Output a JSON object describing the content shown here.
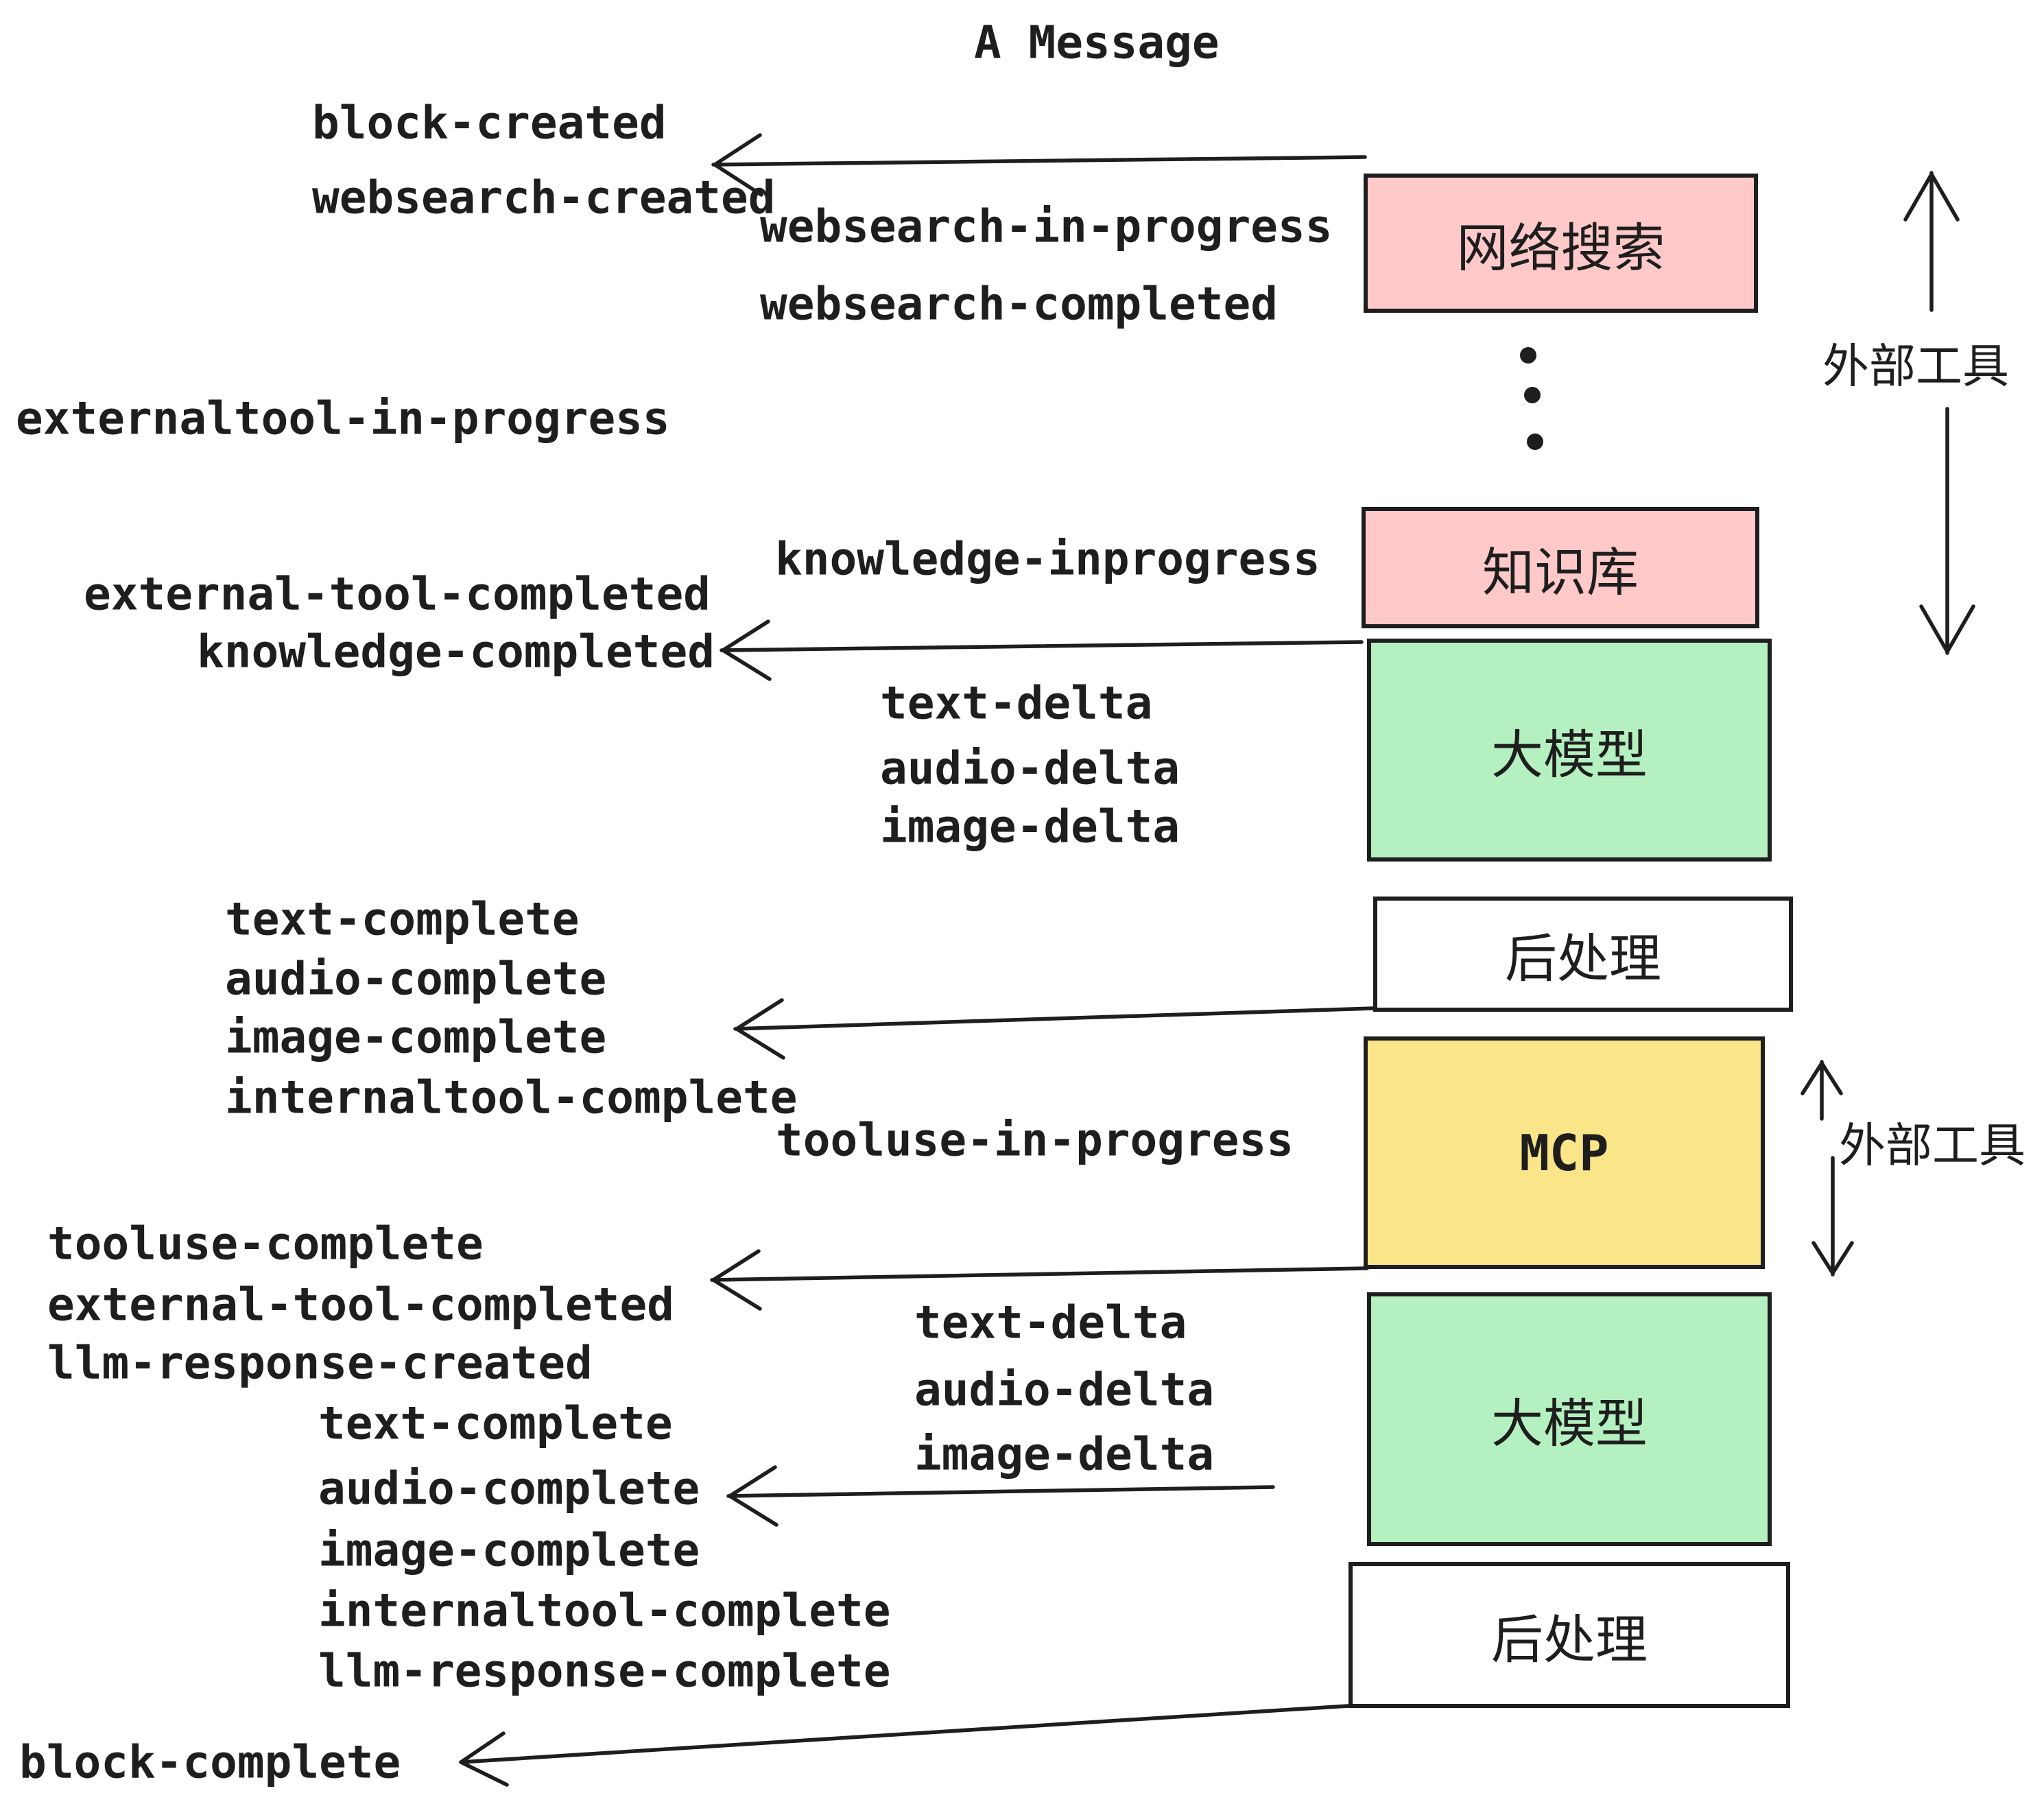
{
  "title": "A Message",
  "colors": {
    "ink": "#1E1E1E",
    "pink": "#FFC9C9",
    "green": "#B4F0C0",
    "yellow": "#FAE588",
    "white": "#FFFFFF"
  },
  "boxes": {
    "websearch": {
      "label": "网络搜索"
    },
    "knowledge": {
      "label": "知识库"
    },
    "llm": {
      "label": "大模型"
    },
    "post": {
      "label": "后处理"
    },
    "mcp": {
      "label": "MCP"
    }
  },
  "side_label": "外部工具",
  "events": {
    "block_created": "block-created",
    "websearch_created": "websearch-created",
    "websearch_in_progress": "websearch-in-progress",
    "websearch_completed": "websearch-completed",
    "externaltool_in_progress": "externaltool-in-progress",
    "knowledge_inprogress": "knowledge-inprogress",
    "external_tool_completed": "external-tool-completed",
    "knowledge_completed": "knowledge-completed",
    "text_delta": "text-delta",
    "audio_delta": "audio-delta",
    "image_delta": "image-delta",
    "text_complete": "text-complete",
    "audio_complete": "audio-complete",
    "image_complete": "image-complete",
    "internaltool_complete": "internaltool-complete",
    "tooluse_in_progress": "tooluse-in-progress",
    "tooluse_complete": "tooluse-complete",
    "llm_response_created": "llm-response-created",
    "llm_response_complete": "llm-response-complete",
    "block_complete": "block-complete"
  }
}
